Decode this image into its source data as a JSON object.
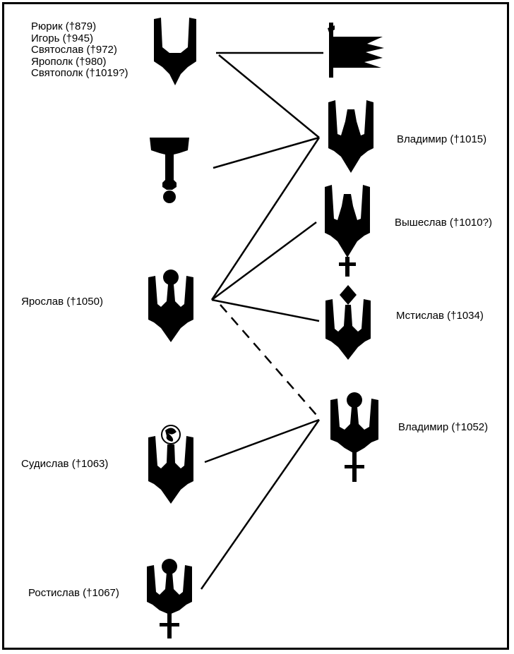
{
  "colors": {
    "ink": "#000000",
    "background": "#ffffff"
  },
  "labels": {
    "dynasty": [
      "Рюрик (†879)",
      "Игорь (†945)",
      "Святослав (†972)",
      "Ярополк (†980)",
      "Святополк (†1019?)"
    ],
    "vladimir_1015": "Владимир (†1015)",
    "vysheslav": "Вышеслав (†1010?)",
    "yaroslav": "Ярослав (†1050)",
    "mstislav": "Мстислав (†1034)",
    "vladimir_1052": "Владимир (†1052)",
    "sudislav": "Судислав (†1063)",
    "rostislav": "Ростислав (†1067)"
  },
  "icons": {
    "dynasty": "bident-sign",
    "unknown": "hammer-sign",
    "banner": "banner-sign",
    "vladimir_1015": "trident-sign",
    "vysheslav": "trident-cross-sign",
    "yaroslav": "trident-ball-sign",
    "mstislav": "trident-diamond-sign",
    "vladimir_1052": "trident-ball-cross-sign",
    "sudislav": "trident-ornament-sign",
    "rostislav": "trident-ball-cross-sign"
  }
}
